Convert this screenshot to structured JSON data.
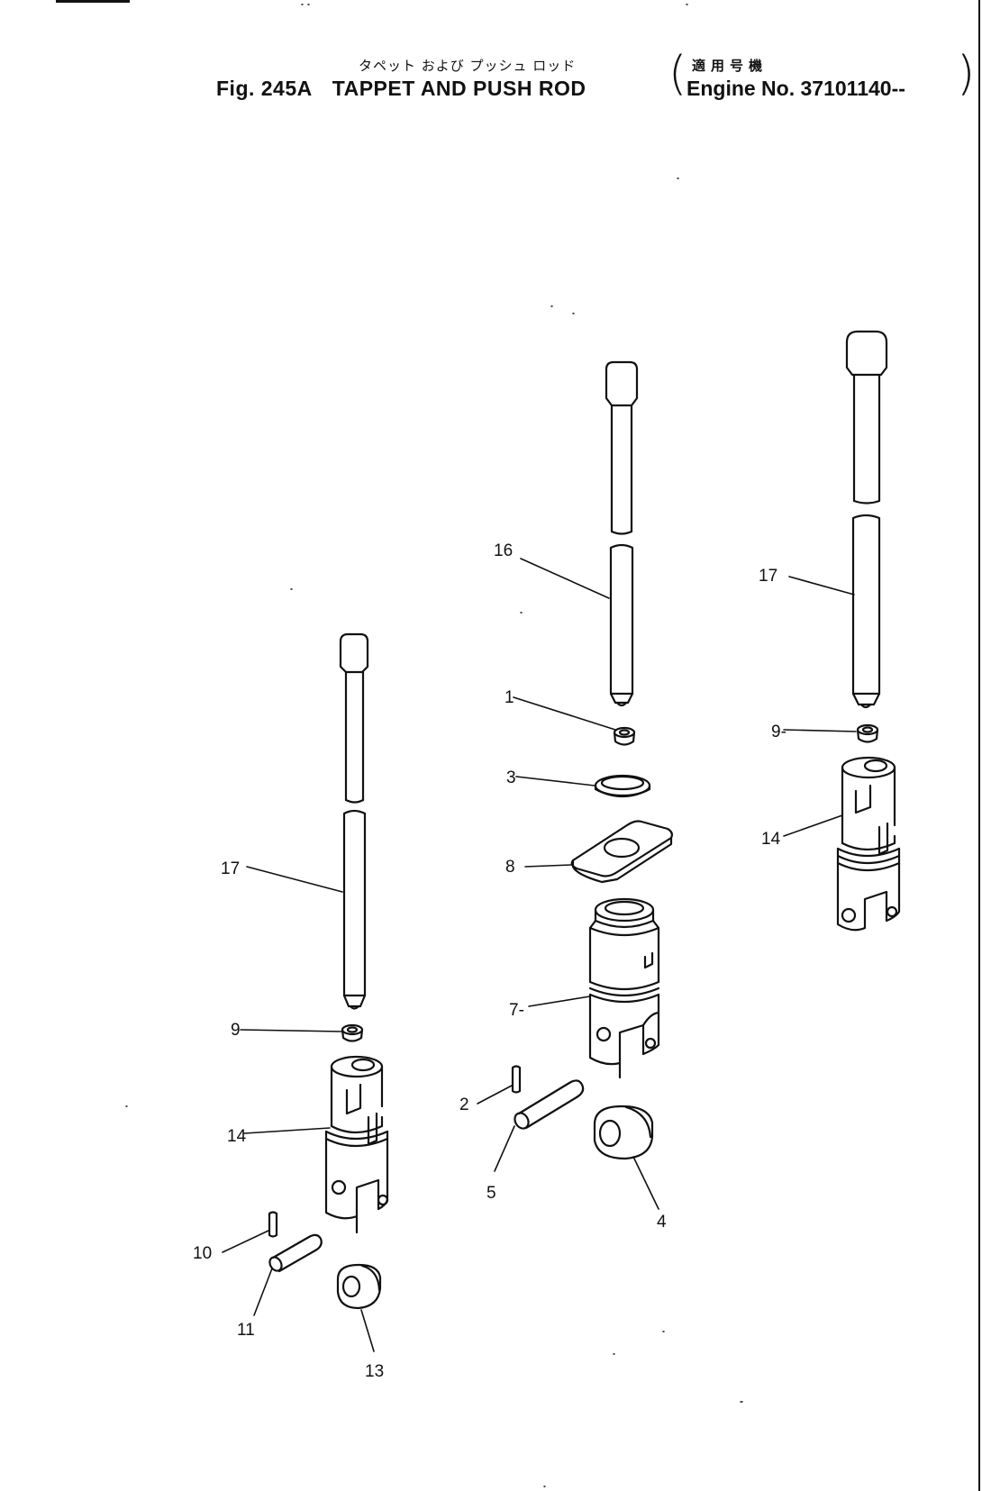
{
  "header": {
    "title_jp": "タペット および プッシュ ロッド",
    "fig_label": "Fig. 245A",
    "title_en": "TAPPET AND PUSH ROD",
    "applicability_jp": "適用号機",
    "applicability_en": "Engine No. 37101140--"
  },
  "callouts": {
    "c1": "1",
    "c2": "2",
    "c3": "3",
    "c4": "4",
    "c5": "5",
    "c7": "7-",
    "c8": "8",
    "c9a": "9",
    "c9b": "9-",
    "c10": "10",
    "c11": "11",
    "c13": "13",
    "c14a": "14",
    "c14b": "14",
    "c16": "16",
    "c17a": "17",
    "c17b": "17"
  },
  "colors": {
    "ink": "#111111",
    "paper": "#ffffff"
  }
}
